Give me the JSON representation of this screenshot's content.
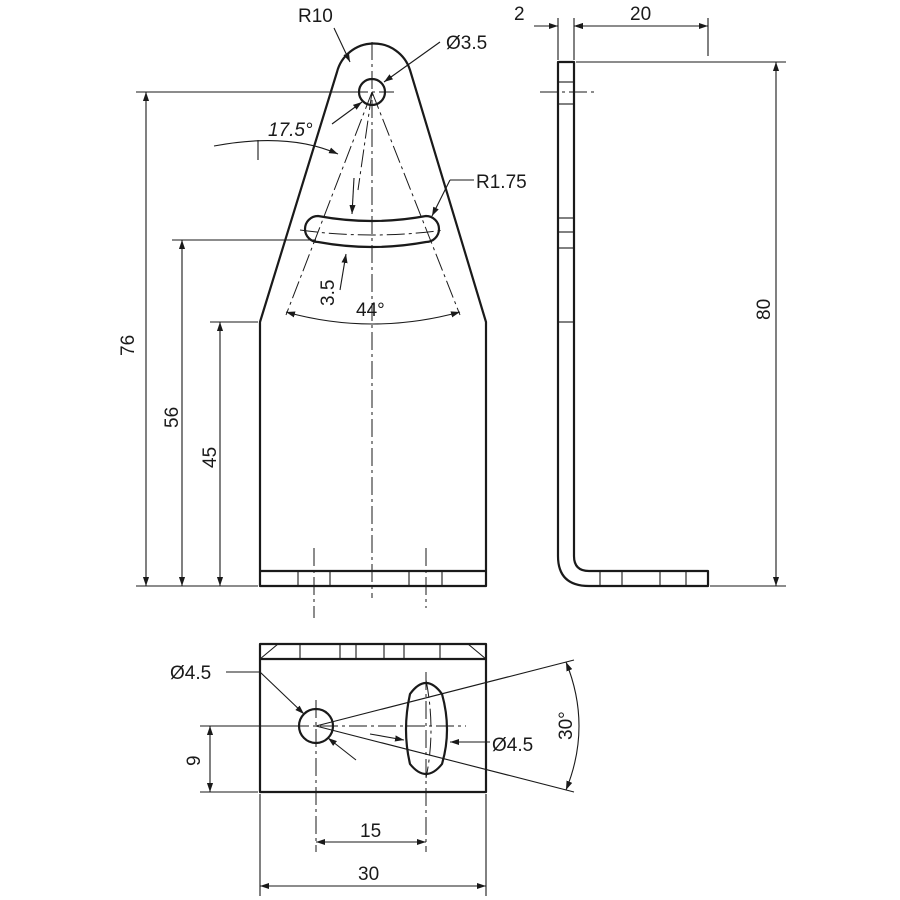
{
  "part": {
    "front_view": {
      "dimensions": {
        "top_radius": "R10",
        "top_hole_diameter": "Ø3.5",
        "slot_radius": "R1.75",
        "slot_width": "3.5",
        "tilt_angle": "17.5°",
        "slot_angle": "44°",
        "overall_height": "76",
        "slot_height": "56",
        "body_height": "45"
      }
    },
    "side_view": {
      "dimensions": {
        "thickness": "2",
        "flange_length": "20",
        "total_height": "80"
      }
    },
    "bottom_view": {
      "dimensions": {
        "hole_diameter": "Ø4.5",
        "slot_diameter": "Ø4.5",
        "sweep_angle": "30°",
        "hole_offset": "9",
        "hole_spacing": "15",
        "base_width": "30"
      }
    }
  }
}
